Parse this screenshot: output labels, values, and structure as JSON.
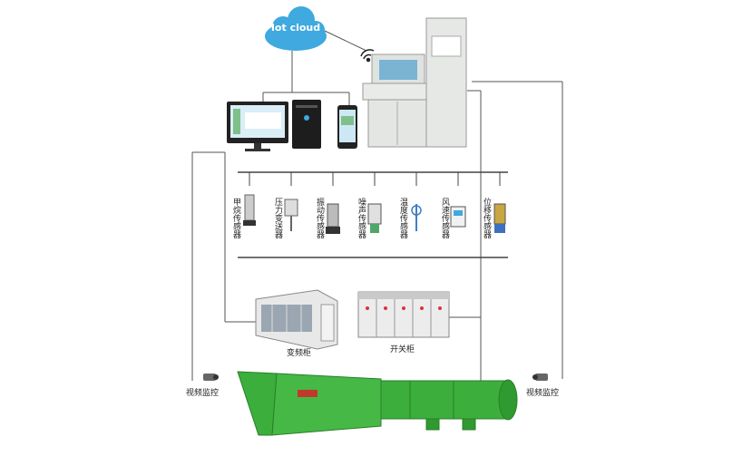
{
  "cloud": {
    "label": "Iot cloud"
  },
  "sensors": [
    {
      "label": "甲烷传感器"
    },
    {
      "label": "压力变送器"
    },
    {
      "label": "振动传感器"
    },
    {
      "label": "噪声传感器"
    },
    {
      "label": "温度传感器"
    },
    {
      "label": "风速传感器"
    },
    {
      "label": "位移传感器"
    }
  ],
  "cabinets": {
    "inverter_label": "变频柜",
    "switch_label": "开关柜"
  },
  "cameras": {
    "left_label": "视频监控",
    "right_label": "视频监控"
  },
  "colors": {
    "cloud": "#3fa9e0",
    "line": "#555555",
    "fan_green": "#3cae3c",
    "cabinet": "#e8e8e8",
    "console": "#e4e6e3",
    "bus": "#444444"
  }
}
